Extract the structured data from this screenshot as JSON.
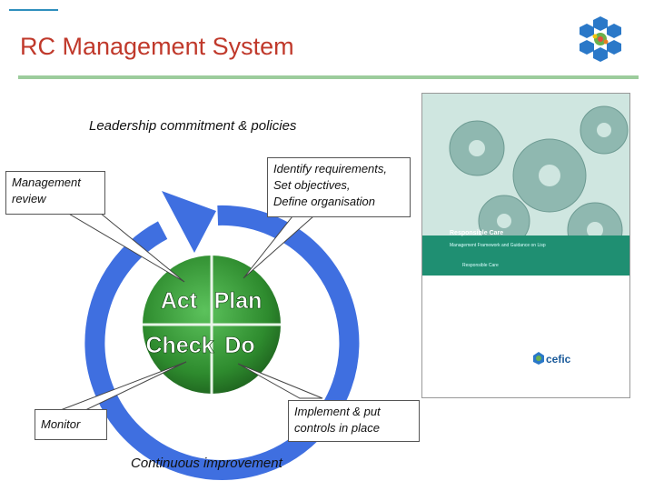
{
  "header": {
    "title": "RC Management System"
  },
  "diagram": {
    "top_caption": "Leadership commitment & policies",
    "bottom_caption": "Continuous improvement",
    "quadrants": {
      "act": "Act",
      "plan": "Plan",
      "check": "Check",
      "do": "Do"
    },
    "callouts": {
      "management_review": [
        "Management",
        "review"
      ],
      "plan": [
        "Identify requirements,",
        "Set objectives,",
        "Define organisation"
      ],
      "monitor": [
        "Monitor"
      ],
      "do": [
        "Implement & put",
        "controls in place"
      ]
    },
    "colors": {
      "cycle_ring": "#3f6fe0",
      "center_green": "#2e8b2e",
      "accent_red": "#c0392b",
      "rule_green": "#9ccc9c"
    }
  },
  "book_cover": {
    "band_title": "Responsible Care",
    "band_subtitle": "Management Framework and Guidance on Lisp",
    "brand": "Responsible Care",
    "publisher": "cefic"
  }
}
